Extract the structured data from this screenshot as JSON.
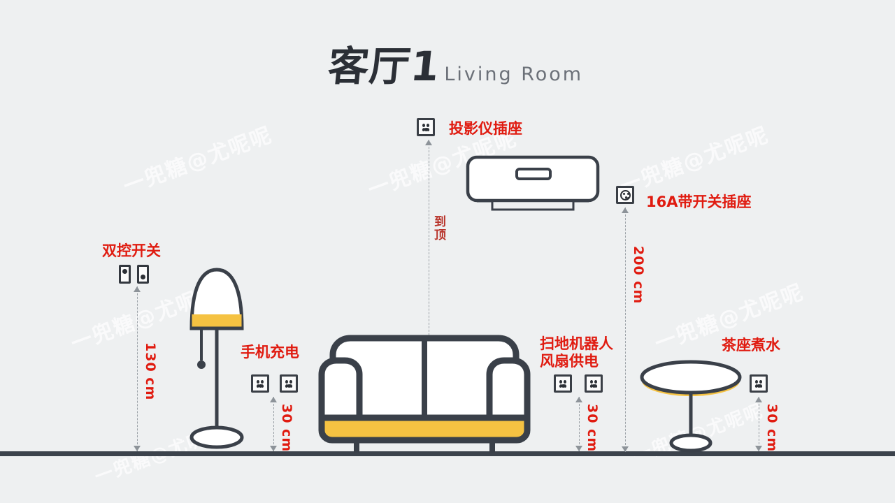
{
  "page": {
    "background_color": "#eef0f1",
    "floor_color": "#3c434c",
    "accent_red": "#e01b10",
    "outline_color": "#3a4049",
    "cushion_yellow": "#F5C242"
  },
  "header": {
    "title_cn": "客厅1",
    "title_en": "Living Room"
  },
  "watermark": {
    "text": "一兜糖@尤呢呢"
  },
  "annotations": {
    "projector_socket": {
      "label": "投影仪插座",
      "icon": "socket-5hole-icon",
      "dimension_note": "到顶"
    },
    "ac_socket": {
      "label": "16A带开关插座",
      "icon": "socket-round-16a-icon",
      "dimension": "200 cm"
    },
    "two_way_switch": {
      "label": "双控开关",
      "icon": "switch-plate-icon",
      "dimension": "130 cm"
    },
    "phone_charging": {
      "label": "手机充电",
      "icon": "socket-5hole-icon",
      "dimension": "30 cm"
    },
    "robot_fan_power": {
      "label_line1": "扫地机器人",
      "label_line2": "风扇供电",
      "icon": "socket-5hole-icon",
      "dimension": "30 cm"
    },
    "tea_table_boiling": {
      "label": "茶座煮水",
      "icon": "socket-5hole-icon",
      "dimension": "30 cm"
    }
  },
  "furniture": {
    "floor_lamp": "floor-lamp",
    "sofa": "two-seat-sofa",
    "air_conditioner": "wall-mounted-air-conditioner",
    "side_table": "round-side-table"
  }
}
